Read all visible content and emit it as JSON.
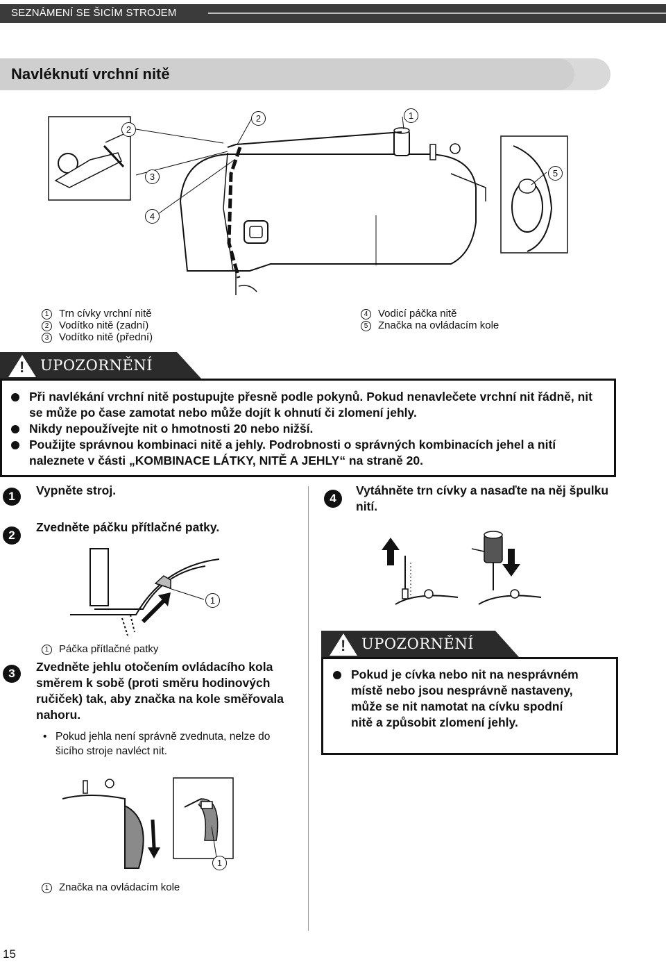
{
  "header": {
    "section": "SEZNÁMENÍ SE ŠICÍM STROJEM"
  },
  "title": "Navléknutí vrchní nitě",
  "diagram_callouts": [
    "1",
    "2",
    "3",
    "4",
    "5"
  ],
  "legend": {
    "left": [
      {
        "num": "1",
        "text": "Trn cívky vrchní nitě"
      },
      {
        "num": "2",
        "text": "Vodítko nitě (zadní)"
      },
      {
        "num": "3",
        "text": "Vodítko nitě (přední)"
      }
    ],
    "right": [
      {
        "num": "4",
        "text": "Vodicí páčka nitě"
      },
      {
        "num": "5",
        "text": "Značka na ovládacím kole"
      }
    ]
  },
  "caution1": {
    "label": "UPOZORNĚNÍ",
    "items": [
      "Při navlékání vrchní nitě postupujte přesně podle pokynů. Pokud nenavlečete vrchní nit řádně, nit se může po čase zamotat nebo může dojít k ohnutí či zlomení jehly.",
      "Nikdy nepoužívejte nit o hmotnosti 20 nebo nižší.",
      "Použijte správnou kombinaci nitě a jehly. Podrobnosti o správných kombinacích jehel a nití naleznete v části „KOMBINACE LÁTKY, NITĚ A JEHLY“ na straně 20."
    ]
  },
  "steps": {
    "s1": {
      "num": "1",
      "text": "Vypněte stroj."
    },
    "s2": {
      "num": "2",
      "text": "Zvedněte páčku přítlačné patky."
    },
    "s2_legend": {
      "num": "1",
      "text": "Páčka přítlačné patky"
    },
    "s3": {
      "num": "3",
      "text": "Zvedněte jehlu otočením ovládacího kola směrem k sobě (proti směru hodinových ručiček) tak, aby značka na kole směřovala nahoru."
    },
    "s3_note": "Pokud jehla není správně zvednuta, nelze do šicího stroje navléct nit.",
    "s3_legend": {
      "num": "1",
      "text": "Značka na ovládacím kole"
    },
    "s4": {
      "num": "4",
      "text": "Vytáhněte trn cívky a nasaďte na něj špulku nití."
    }
  },
  "caution2": {
    "label": "UPOZORNĚNÍ",
    "items": [
      "Pokud je cívka nebo nit na nesprávném místě nebo jsou nesprávně nastaveny, může se nit namotat na cívku spodní nitě a způsobit zlomení jehly."
    ]
  },
  "page_number": "15"
}
